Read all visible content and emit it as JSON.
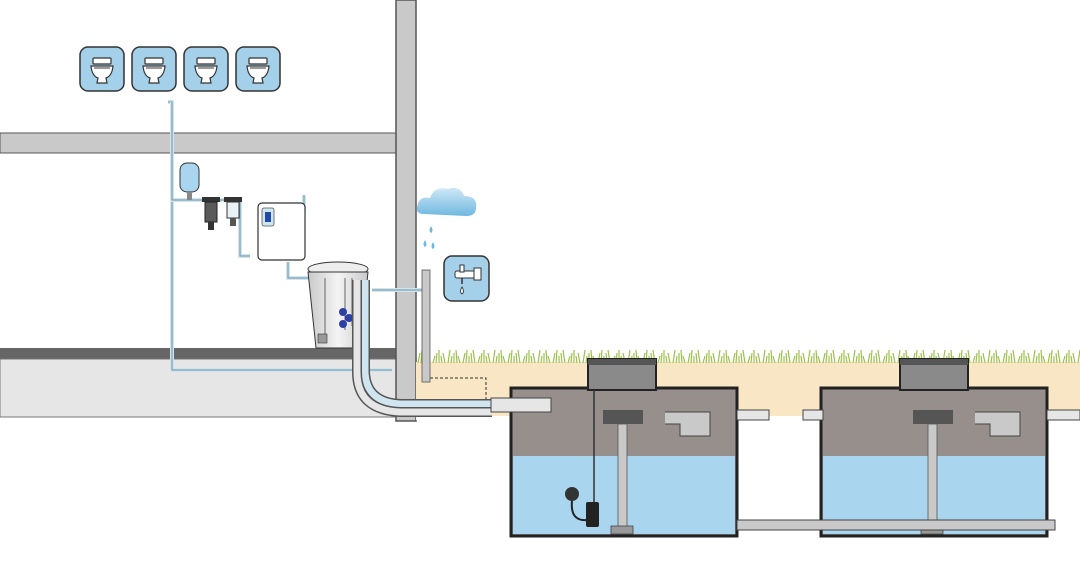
{
  "diagram": {
    "type": "rainwater-harvesting-system",
    "components": {
      "toilets": {
        "count": 4,
        "icon": "toilet-icon"
      },
      "expansion_vessel": {
        "icon": "pressure-vessel-icon"
      },
      "filters": {
        "count": 2,
        "icon": "water-filter-icon"
      },
      "control_unit": {
        "icon": "control-unit-icon"
      },
      "buffer_tank": {
        "icon": "buffer-tank-icon"
      },
      "rain_cloud": {
        "icon": "rain-cloud-icon"
      },
      "garden_tap": {
        "icon": "water-tap-icon"
      },
      "underground_tanks": {
        "count": 2,
        "icon": "underground-cistern-icon"
      },
      "submersible_pump": {
        "icon": "submersible-pump-icon"
      }
    },
    "colors": {
      "water": "#a9d6ee",
      "sediment": "#968f8c",
      "wall": "#c9c9c9",
      "soil": "#f8e6c4",
      "grass": "#9cc04a",
      "pipe": "#cfe6f1",
      "icon_tile": "#a5d0ea",
      "outline": "#333333"
    }
  }
}
